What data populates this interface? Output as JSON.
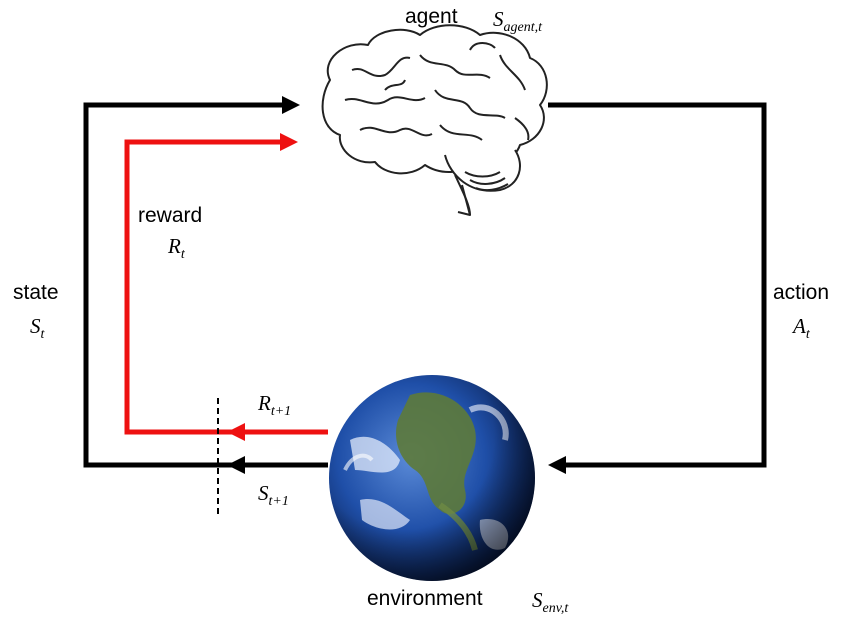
{
  "nodes": {
    "agent": {
      "label": "agent",
      "symbol": "S",
      "subscript": "agent,t"
    },
    "environment": {
      "label": "environment",
      "symbol": "S",
      "subscript": "env,t"
    }
  },
  "edges": {
    "state": {
      "label": "state",
      "symbol": "S",
      "subscript": "t"
    },
    "reward": {
      "label": "reward",
      "symbol": "R",
      "subscript": "t"
    },
    "action": {
      "label": "action",
      "symbol": "A",
      "subscript": "t"
    },
    "next_reward": {
      "symbol": "R",
      "subscript": "t+1"
    },
    "next_state": {
      "symbol": "S",
      "subscript": "t+1"
    }
  },
  "colors": {
    "state_line": "#000000",
    "reward_line": "#ee1111",
    "earth_ocean": "#1f4fa8",
    "earth_land": "#5d7a3a"
  },
  "icons": {
    "agent": "brain-icon",
    "environment": "earth-globe-icon"
  }
}
